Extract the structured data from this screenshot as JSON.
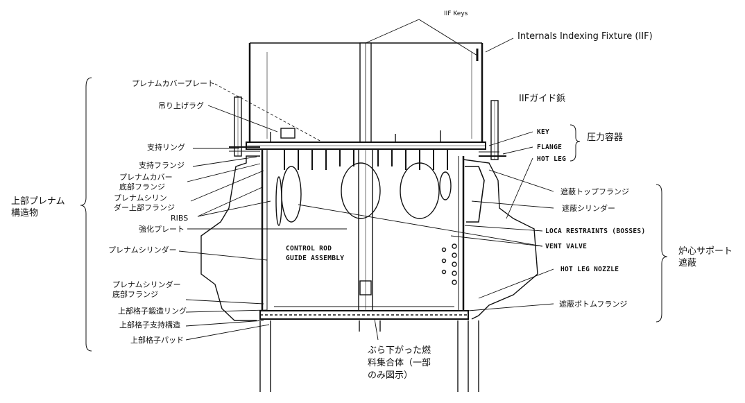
{
  "labels": {
    "iif_keys": "IIF Keys",
    "iif": "Internals Indexing Fixture (IIF)",
    "iif_guide_pin": "IIFガイド鋲",
    "key": "KEY",
    "flange": "FLANGE",
    "hot_leg": "HOT LEG",
    "pressure_vessel": "圧力容器",
    "plenum_cover_plate": "プレナムカバープレート",
    "lifting_lug": "吊り上げラグ",
    "support_ring": "支持リング",
    "support_flange": "支持フランジ",
    "plenum_cover_bottom_flange_1": "プレナムカバー",
    "plenum_cover_bottom_flange_2": "底部フランジ",
    "plenum_cyl_top_flange_1": "プレナムシリン",
    "plenum_cyl_top_flange_2": "ダー上部フランジ",
    "ribs": "RIBS",
    "reinforcing_plate": "強化プレート",
    "plenum_cylinder": "プレナムシリンダー",
    "plenum_cyl_bottom_flange_1": "プレナムシリンダー",
    "plenum_cyl_bottom_flange_2": "底部フランジ",
    "upper_grid_forged_ring": "上部格子鍛造リング",
    "upper_grid_support": "上部格子支持構造",
    "upper_grid_pad": "上部格子パッド",
    "upper_plenum_assembly_1": "上部プレナム",
    "upper_plenum_assembly_2": "構造物",
    "control_rod_1": "CONTROL ROD",
    "control_rod_2": "GUIDE ASSEMBLY",
    "shield_top_flange": "遮蔽トップフランジ",
    "shield_cylinder": "遮蔽シリンダー",
    "loca_restraints": "LOCA RESTRAINTS (BOSSES)",
    "vent_valve": "VENT VALVE",
    "hot_leg_nozzle": "HOT LEG NOZZLE",
    "shield_bottom_flange": "遮蔽ボトムフランジ",
    "core_support_shield_1": "炉心サポート",
    "core_support_shield_2": "遮蔽",
    "fuel_assembly_1": "ぶら下がった燃",
    "fuel_assembly_2": "料集合体（一部",
    "fuel_assembly_3": "のみ図示）"
  }
}
